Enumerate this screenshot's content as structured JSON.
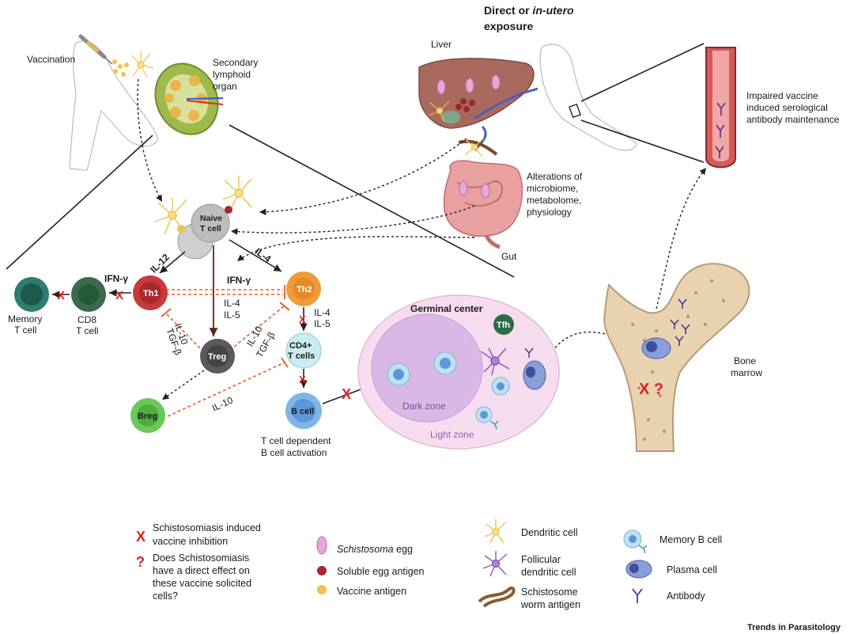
{
  "labels": {
    "vaccination": "Vaccination",
    "secondary_lymphoid_1": "Secondary",
    "secondary_lymphoid_2": "lymphoid",
    "secondary_lymphoid_3": "organ",
    "exposure_line1_a": "Direct or ",
    "exposure_line1_b": "in-utero",
    "exposure_line2": "exposure",
    "liver": "Liver",
    "gut": "Gut",
    "alterations_1": "Alterations of",
    "alterations_2": "microbiome,",
    "alterations_3": "metabolome,",
    "alterations_4": "physiology",
    "impaired_1": "Impaired vaccine",
    "impaired_2": "induced serological",
    "impaired_3": "antibody maintenance",
    "naive_1": "Naive",
    "naive_2": "T cell",
    "il12": "IL-12",
    "il4_top": "IL-4",
    "ifng_mid": "IFN-γ",
    "ifng_left": "IFN-γ",
    "th1": "Th1",
    "th2": "Th2",
    "treg": "Treg",
    "breg": "Breg",
    "cd8_1": "CD8",
    "cd8_2": "T cell",
    "memory_1": "Memory",
    "memory_2": "T cell",
    "il4_mid": "IL-4",
    "il5_mid": "IL-5",
    "il10_left": "IL-10",
    "tgfb_left": "TGF-β",
    "il10_right": "IL-10",
    "tgfb_right": "TGF-β",
    "il4_th2": "IL-4",
    "il5_th2": "IL-5",
    "il10_breg": "IL-10",
    "cd4_1": "CD4+",
    "cd4_2": "T cells",
    "bcell": "B cell",
    "tdep_1": "T cell dependent",
    "tdep_2": "B cell activation",
    "germinal": "Germinal center",
    "tfh": "Tfh",
    "dark_zone": "Dark zone",
    "light_zone": "Light zone",
    "bone_1": "Bone",
    "bone_2": "marrow",
    "inhibit_mark": "X",
    "question_mark": "?",
    "bone_marks": "X ?",
    "credit": "Trends in Parasitology"
  },
  "legend": {
    "inhib_1": "Schistosomiasis induced",
    "inhib_2": "vaccine inhibition",
    "q_1": "Does Schistosomiasis",
    "q_2": "have a direct effect on",
    "q_3": "these vaccine solicited",
    "q_4": "cells?",
    "egg_italic": "Schistosoma",
    "egg_rest": " egg",
    "sea": "Soluble egg antigen",
    "vac_antigen": "Vaccine antigen",
    "dendritic": "Dendritic cell",
    "fdc_1": "Follicular",
    "fdc_2": "dendritic cell",
    "worm_1": "Schistosome",
    "worm_2": "worm antigen",
    "memory_b": "Memory B cell",
    "plasma": "Plasma cell",
    "antibody": "Antibody"
  },
  "colors": {
    "th1": "#c8393b",
    "th2": "#ef9b3c",
    "treg": "#5b5b5b",
    "breg": "#6cc75a",
    "cd8": "#3b6b4a",
    "memory": "#2f7d6e",
    "cd4": "#c9ecf1",
    "bcell": "#7fb6e8",
    "tfh": "#2e6b46",
    "inhibit": "#e0221f",
    "inhib_line": "#e0622a",
    "bone": "#e9d2b0",
    "liver": "#a86a5e",
    "gut": "#e8a0a0",
    "germinal": "#f6dcef",
    "dark_zone": "#d9b8e6"
  }
}
